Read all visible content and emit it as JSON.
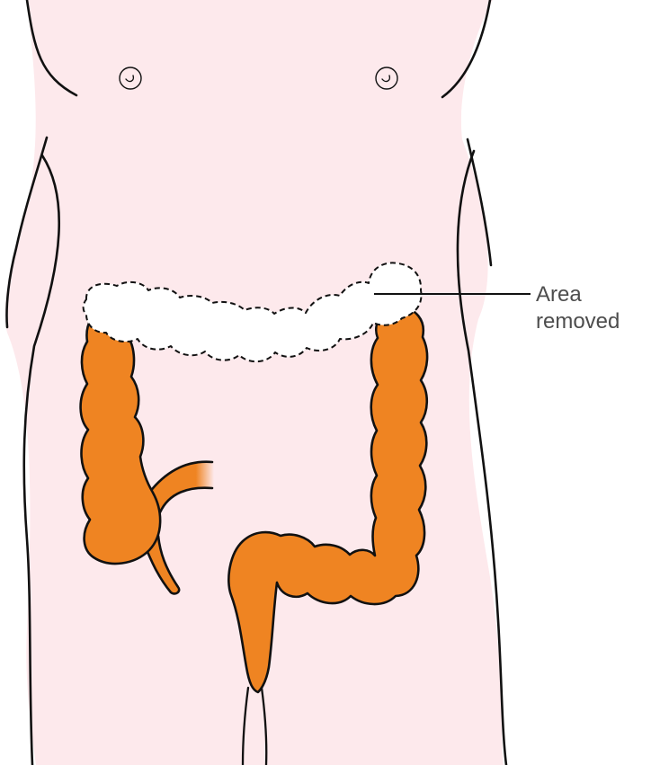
{
  "annotation": {
    "line1": "Area",
    "line2": "removed"
  },
  "colors": {
    "skin": "#fde9ec",
    "colon": "#ef8422",
    "outline": "#111111",
    "removed_area": "#ffffff",
    "label": "#4d4d4d"
  },
  "icons": {
    "figure": "abdomen-torso-outline",
    "organ": "large-intestine-colon"
  }
}
